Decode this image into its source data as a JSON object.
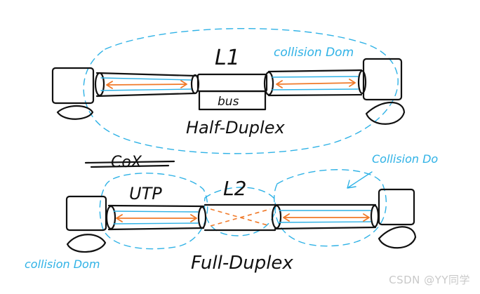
{
  "colors": {
    "ink": "#111111",
    "collision": "#2fb2e6",
    "signal": "#f07a2a",
    "watermark": "#c9c9c9"
  },
  "top": {
    "label": "L1",
    "bus": "bus",
    "mode": "Half-Duplex",
    "collision": "collision Dom"
  },
  "bottom": {
    "crossed": "CoX",
    "cable": "UTP",
    "label": "L2",
    "mode": "Full-Duplex",
    "collision_left": "collision Dom",
    "collision_right": "Collision Do"
  },
  "watermark": "CSDN @YY同学"
}
